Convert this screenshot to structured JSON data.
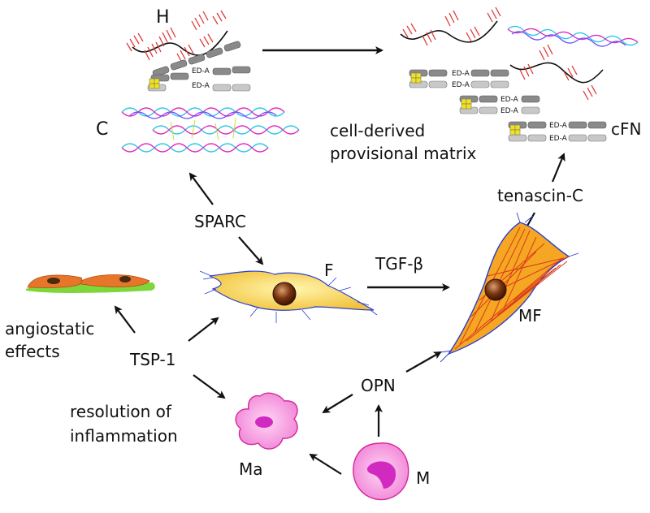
{
  "labels": {
    "hyaluronan": "H",
    "collagen": "C",
    "cfn": "cFN",
    "ed_a": "ED-A",
    "matrix_line1": "cell-derived",
    "matrix_line2": "provisional matrix",
    "sparc": "SPARC",
    "tenascin": "tenascin-C",
    "fibroblast": "F",
    "tgf": "TGF-β",
    "myofibroblast": "MF",
    "angio_line1": "angiostatic",
    "angio_line2": "effects",
    "tsp1": "TSP-1",
    "resolution_line1": "resolution of",
    "resolution_line2": "inflammation",
    "opn": "OPN",
    "macrophage_activated": "Ma",
    "monocyte": "M"
  },
  "colors": {
    "text": "#111111",
    "arrow": "#111111",
    "hyaluronan_red": "#e03a3a",
    "collagen_cyan": "#2ec6e6",
    "collagen_magenta": "#e02ac0",
    "fibronectin_dark": "#8a8a8a",
    "fibronectin_light": "#c8c8c8",
    "ed_a_yellow": "#f2e21a",
    "fibroblast_fill": "#f8d24a",
    "fibroblast_edge": "#2a3fcf",
    "nucleus": "#6a2c0e",
    "myofibroblast_fill": "#f5a623",
    "myofibroblast_fibers": "#d93b1a",
    "endothelial_fill": "#e8762a",
    "endothelial_base": "#7fd63a",
    "macrophage_fill": "#f59ce0",
    "macrophage_edge": "#d12a9a"
  }
}
